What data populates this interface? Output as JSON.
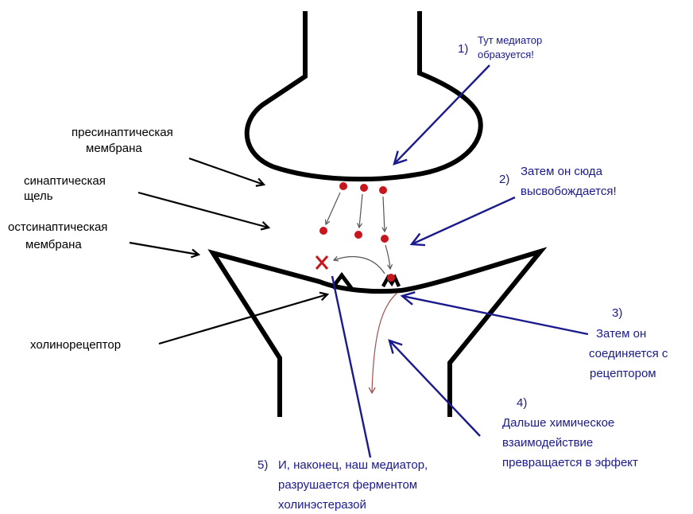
{
  "labels": {
    "presynaptic_line1": "пресинаптическая",
    "presynaptic_line2": "мембрана",
    "cleft_line1": "синаптическая",
    "cleft_line2": "щель",
    "postsynaptic_line1": "остсинаптическая",
    "postsynaptic_line2": "мембрана",
    "cholinoreceptor": "холинорецептор"
  },
  "steps": [
    {
      "num": "1)",
      "lines": [
        "Тут медиатор",
        "образуется!"
      ]
    },
    {
      "num": "2)",
      "lines": [
        "Затем он сюда",
        "высвобождается!"
      ]
    },
    {
      "num": "3)",
      "lines": [
        "Затем он",
        "соединяется с",
        "рецептором"
      ]
    },
    {
      "num": "4)",
      "lines": [
        "Дальше химическое",
        "взаимодействие",
        "превращается в эффект"
      ]
    },
    {
      "num": "5)",
      "lines": [
        "И, наконец, наш медиатор,",
        "разрушается ферментом",
        "холинэстеразой"
      ]
    }
  ],
  "colors": {
    "outline": "#000000",
    "annotation": "#1a1a8c",
    "mediator": "#c8161e",
    "flow_arrow": "#a05050"
  },
  "icons": {
    "destroyed_mediator": "x-mark-icon"
  }
}
